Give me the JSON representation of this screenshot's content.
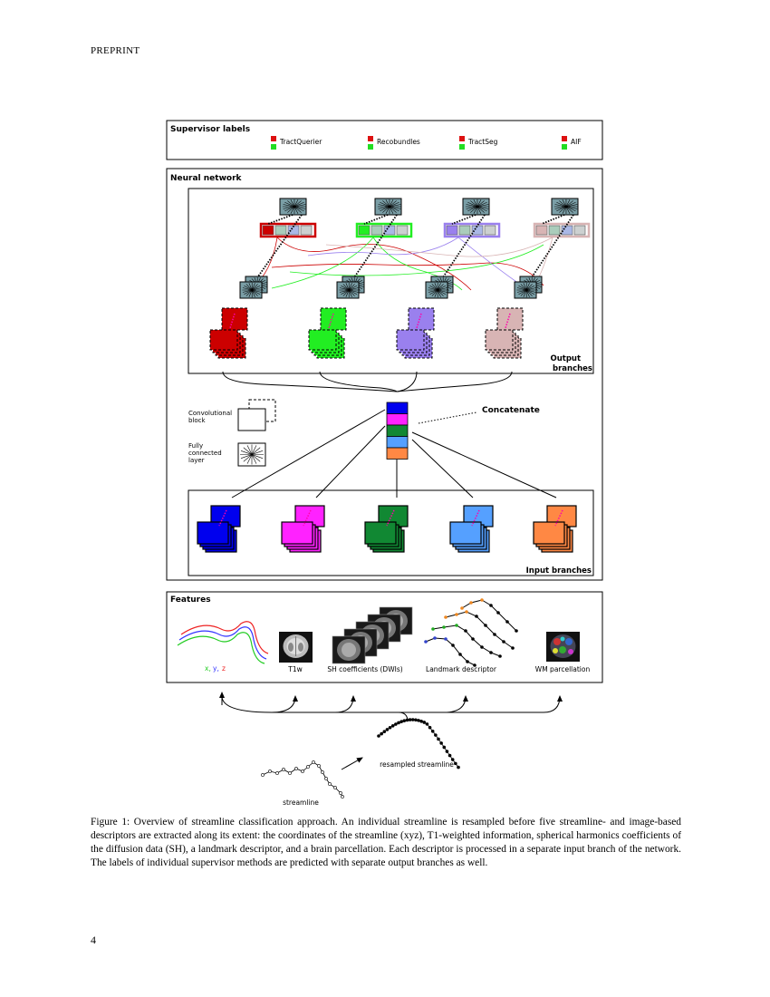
{
  "header": {
    "text": "PREPRINT"
  },
  "page_number": "4",
  "figure": {
    "supervisor_panel": {
      "title": "Supervisor labels",
      "methods": [
        "TractQuerier",
        "Recobundles",
        "TractSeg",
        "AIF"
      ]
    },
    "network_panel": {
      "title": "Neural network",
      "output_label": [
        "Output",
        "branches"
      ],
      "concatenate_label": "Concatenate",
      "input_label": "Input branches",
      "legend": {
        "conv": [
          "Convolutional",
          "block"
        ],
        "fc": [
          "Fully",
          "connected",
          "layer"
        ]
      }
    },
    "features_panel": {
      "title": "Features",
      "xyz_label": [
        "x,",
        "y,",
        "z"
      ],
      "t1w": "T1w",
      "sh": "SH coefficients (DWIs)",
      "landmark": "Landmark descriptor",
      "wm": "WM parcellation"
    },
    "streamline_label": "streamline",
    "resampled_label": "resampled streamline",
    "colors": {
      "output": [
        "#cc0000",
        "#22ee22",
        "#9a80ee",
        "#d8b4b4"
      ],
      "input": [
        "#0000ee",
        "#ff22ff",
        "#118833",
        "#55a0ff",
        "#ff8844"
      ],
      "xyz": [
        "#22cc22",
        "#3333ff",
        "#ee2222"
      ]
    }
  },
  "caption": "Figure 1:    Overview of streamline classification approach. An individual streamline is resampled before five streamline- and image-based descriptors are extracted along its extent: the coordinates of the streamline (xyz), T1-weighted information, spherical harmonics coefficients of the diffusion data (SH), a landmark descriptor, and a brain parcellation. Each descriptor is processed in a separate input branch of the network. The labels of individual supervisor methods are predicted with separate output branches as well."
}
